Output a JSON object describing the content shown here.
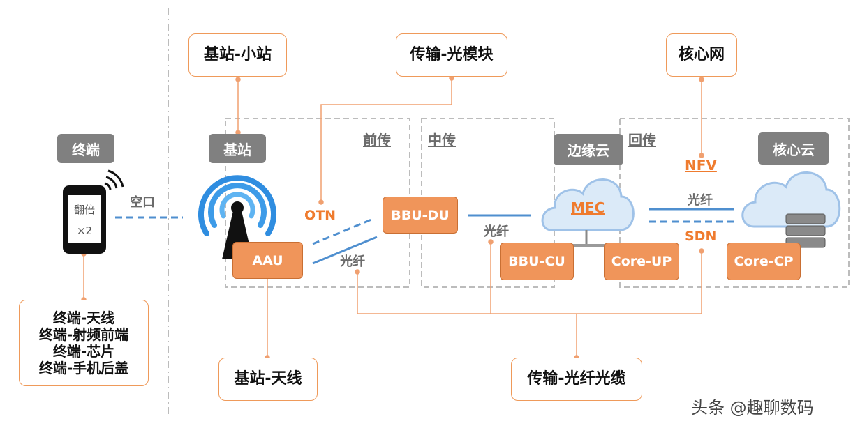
{
  "boxes": {
    "base_small": "基站-小站",
    "transport_module": "传输-光模块",
    "core_network": "核心网",
    "base_antenna": "基站-天线",
    "transport_fiber": "传输-光纤光缆"
  },
  "terminal_list": [
    "终端-天线",
    "终端-射频前端",
    "终端-芯片",
    "终端-手机后盖"
  ],
  "gray_labels": {
    "terminal": "终端",
    "base_station": "基站",
    "edge_cloud": "边缘云",
    "core_cloud": "核心云"
  },
  "section_labels": {
    "fronthaul": "前传",
    "midhaul": "中传",
    "backhaul": "回传"
  },
  "nodes": {
    "aau": "AAU",
    "bbu_du": "BBU-DU",
    "bbu_cu": "BBU-CU",
    "core_up": "Core-UP",
    "core_cp": "Core-CP"
  },
  "link_labels": {
    "air": "空口",
    "otn": "OTN",
    "fiber_front": "光纤",
    "fiber_mid": "光纤",
    "fiber_back": "光纤",
    "sdn": "SDN",
    "nfv": "NFV",
    "mec": "MEC"
  },
  "phone": {
    "line1": "翻倍",
    "line2": "×2"
  },
  "watermark": "头条 @趣聊数码",
  "colors": {
    "orange": "#f0955a",
    "orange_text": "#ef7b2e",
    "blue": "#4f8fcf",
    "gray": "#808080"
  }
}
